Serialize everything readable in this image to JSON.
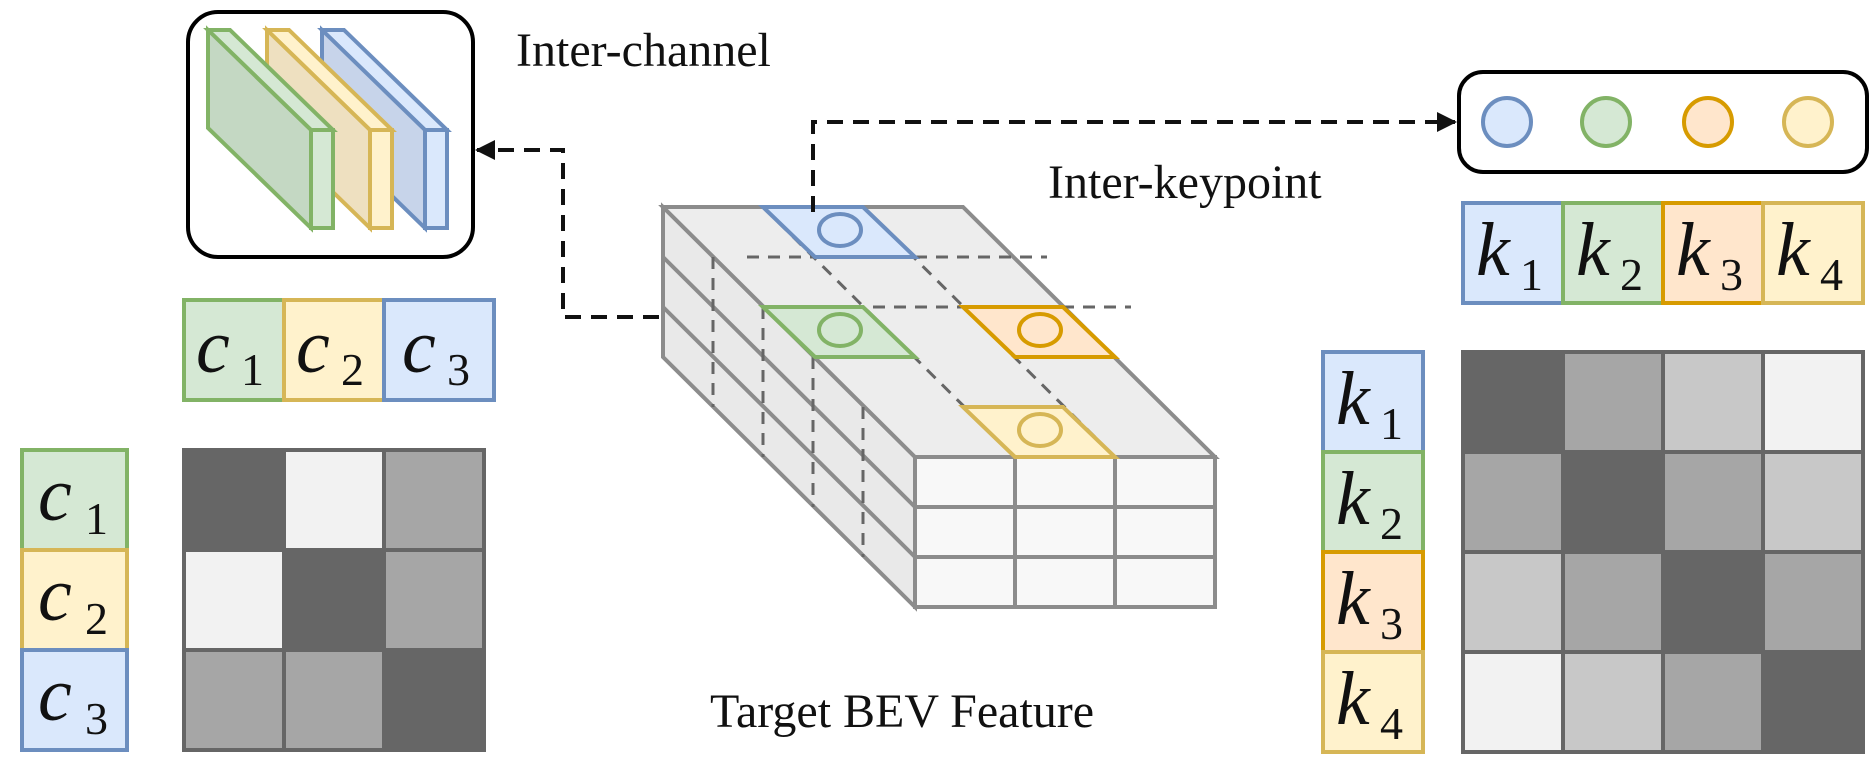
{
  "labels": {
    "inter_channel": "Inter-channel",
    "inter_keypoint": "Inter-keypoint",
    "target_bev": "Target BEV Feature"
  },
  "channel_symbols": [
    {
      "base": "c",
      "sub": "1"
    },
    {
      "base": "c",
      "sub": "2"
    },
    {
      "base": "c",
      "sub": "3"
    }
  ],
  "keypoint_symbols": [
    {
      "base": "k",
      "sub": "1"
    },
    {
      "base": "k",
      "sub": "2"
    },
    {
      "base": "k",
      "sub": "3"
    },
    {
      "base": "k",
      "sub": "4"
    }
  ],
  "colors": {
    "green_fill": "#d5e8d4",
    "green_stroke": "#82b366",
    "yellow_fill": "#fff2cc",
    "yellow_stroke": "#d6b656",
    "blue_fill": "#dae8fc",
    "blue_stroke": "#6c8ebf",
    "orange_fill": "#ffe6cc",
    "orange_stroke": "#d79b00",
    "grid_stroke": "#666666",
    "cube_stroke": "#8c8c8c"
  },
  "channel_matrix_gray": [
    [
      "#666666",
      "#f2f2f2",
      "#a6a6a6"
    ],
    [
      "#f2f2f2",
      "#666666",
      "#a6a6a6"
    ],
    [
      "#a6a6a6",
      "#a6a6a6",
      "#666666"
    ]
  ],
  "keypoint_matrix_gray": [
    [
      "#666666",
      "#a6a6a6",
      "#c8c8c8",
      "#f2f2f2"
    ],
    [
      "#a6a6a6",
      "#666666",
      "#a6a6a6",
      "#c8c8c8"
    ],
    [
      "#c8c8c8",
      "#a6a6a6",
      "#666666",
      "#a6a6a6"
    ],
    [
      "#f2f2f2",
      "#c8c8c8",
      "#a6a6a6",
      "#666666"
    ]
  ]
}
